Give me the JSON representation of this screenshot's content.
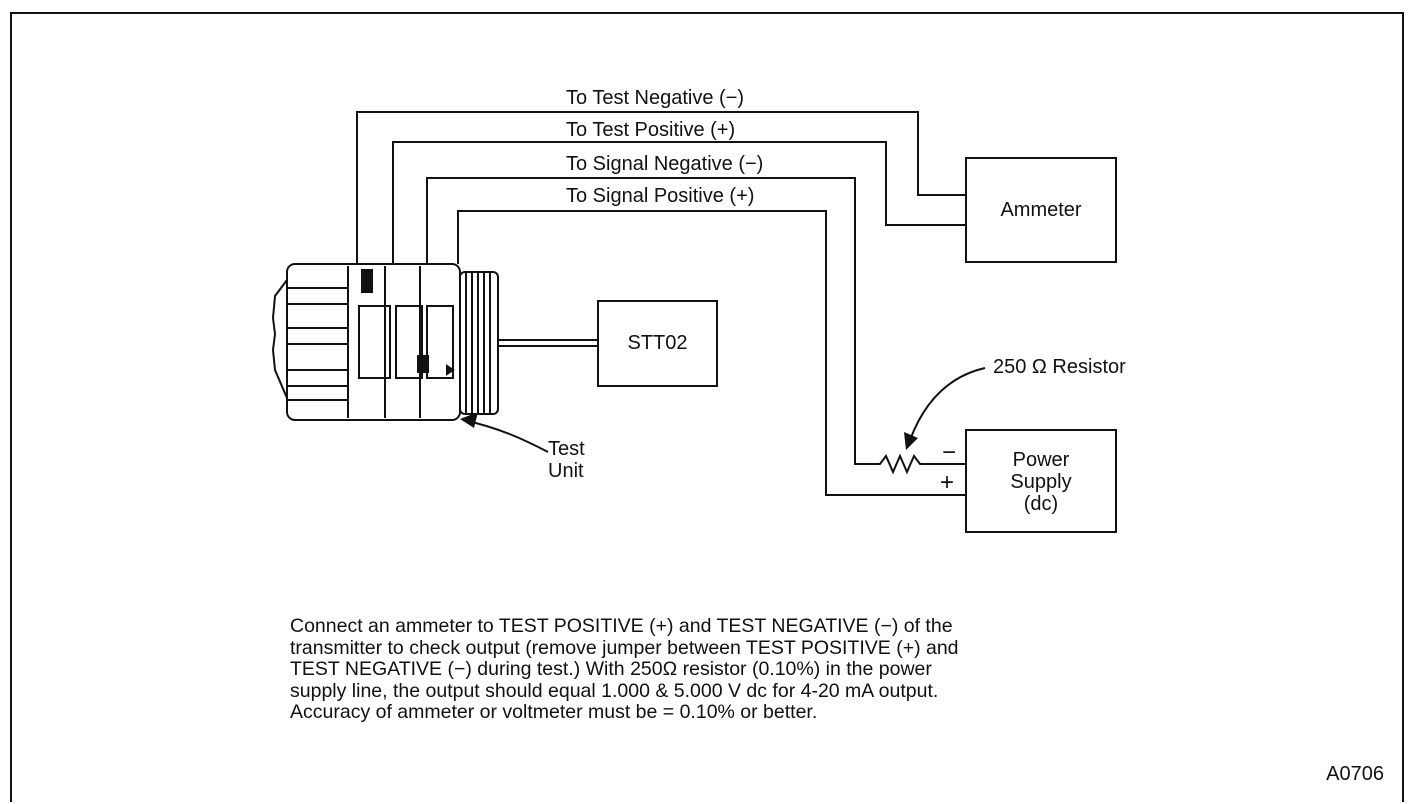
{
  "wires": {
    "test_negative": "To Test Negative (−)",
    "test_positive": "To Test Positive (+)",
    "signal_negative": "To Signal Negative (−)",
    "signal_positive": "To Signal Positive (+)"
  },
  "components": {
    "ammeter": "Ammeter",
    "stt02": "STT02",
    "resistor_label": "250 Ω   Resistor",
    "power_supply": [
      "Power",
      "Supply",
      "(dc)"
    ],
    "minus_sign": "−",
    "plus_sign": "+",
    "test_unit": [
      "Test",
      "Unit"
    ]
  },
  "note_lines": [
    "Connect an ammeter to TEST POSITIVE (+) and TEST NEGATIVE (−) of the",
    "transmitter to check output (remove jumper between TEST POSITIVE (+) and",
    "TEST NEGATIVE (−) during test.) With 250Ω    resistor (0.10%) in the power",
    "supply line, the output should equal 1.000 & 5.000 V dc for 4-20 mA output.",
    "Accuracy of ammeter or voltmeter must be = 0.10% or better."
  ],
  "figure_id": "A0706"
}
